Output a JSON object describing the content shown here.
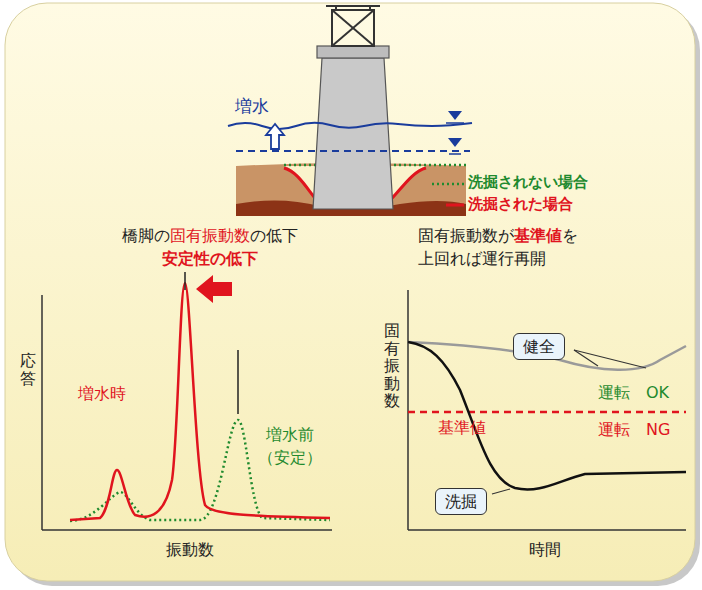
{
  "diagram": {
    "nodes": [
      {
        "text": [
          "健全"
        ]
      },
      {
        "text": [
          "洗掘"
        ]
      }
    ],
    "labels": [
      "増水",
      "橋脚の",
      "固有振動数",
      "の低下",
      "安定性の低下",
      "応答",
      "振動数",
      "増水時",
      "増水前",
      "（安定）",
      "固有振動数が",
      "基準値",
      "を",
      "上回れば運行再開",
      "固有振動数",
      "時間",
      "運転",
      "OK",
      "運転",
      "NG",
      "基準値"
    ],
    "legend": [
      {
        "text": "洗掘されない場合"
      },
      {
        "text": "洗掘された場合"
      }
    ]
  }
}
